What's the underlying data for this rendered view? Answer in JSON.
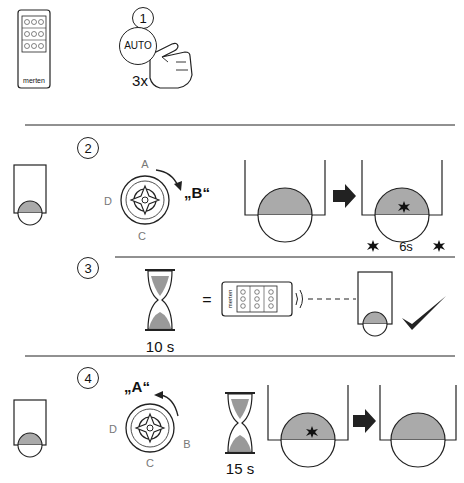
{
  "diagram": {
    "nodes": [
      {
        "text": [
          "1"
        ]
      },
      {
        "text": [
          "AUTO"
        ]
      },
      {
        "text": [
          "2"
        ]
      },
      {
        "text": [
          "3"
        ]
      },
      {
        "text": [
          "4"
        ]
      }
    ],
    "labels": [
      "merten",
      "3x",
      "A",
      "„B“",
      "D",
      "C",
      "6s",
      "10 s",
      "=",
      "merten",
      "„A“",
      "D",
      "B",
      "C",
      "15 s"
    ]
  }
}
